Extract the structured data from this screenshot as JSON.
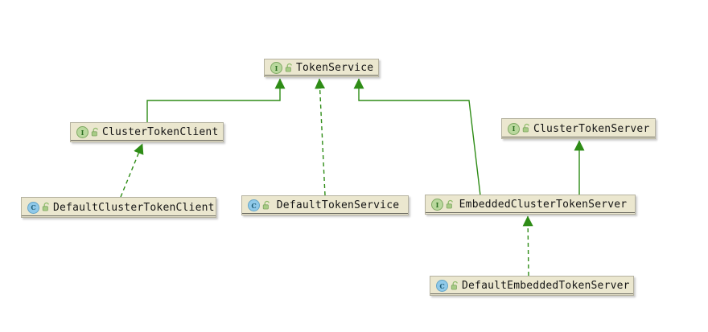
{
  "diagram": {
    "kind": "uml-class-diagram",
    "icon_letters": {
      "interface": "I",
      "class": "C"
    },
    "colors": {
      "edge_green": "#2e8c16",
      "node_fill": "#ebe7cf",
      "node_border": "#b5b2a0",
      "interface_icon_fill": "#b9d89d",
      "class_icon_fill": "#8fc9e9",
      "lock_icon_green": "#8fbb6b"
    },
    "nodes": [
      {
        "id": "token-service",
        "label": "TokenService",
        "kind": "interface",
        "visibility": "public"
      },
      {
        "id": "cluster-token-client",
        "label": "ClusterTokenClient",
        "kind": "interface",
        "visibility": "public"
      },
      {
        "id": "cluster-token-server",
        "label": "ClusterTokenServer",
        "kind": "interface",
        "visibility": "public"
      },
      {
        "id": "default-cluster-token-client",
        "label": "DefaultClusterTokenClient",
        "kind": "class",
        "visibility": "public"
      },
      {
        "id": "default-token-service",
        "label": "DefaultTokenService",
        "kind": "class",
        "visibility": "public"
      },
      {
        "id": "embedded-cluster-token-server",
        "label": "EmbeddedClusterTokenServer",
        "kind": "interface",
        "visibility": "public"
      },
      {
        "id": "default-embedded-token-server",
        "label": "DefaultEmbeddedTokenServer",
        "kind": "class",
        "visibility": "public"
      }
    ],
    "edges": [
      {
        "from": "ClusterTokenClient",
        "to": "TokenService",
        "relation": "extends",
        "line": "solid"
      },
      {
        "from": "DefaultTokenService",
        "to": "TokenService",
        "relation": "implements",
        "line": "dashed"
      },
      {
        "from": "EmbeddedClusterTokenServer",
        "to": "TokenService",
        "relation": "extends",
        "line": "solid"
      },
      {
        "from": "DefaultClusterTokenClient",
        "to": "ClusterTokenClient",
        "relation": "implements",
        "line": "dashed"
      },
      {
        "from": "EmbeddedClusterTokenServer",
        "to": "ClusterTokenServer",
        "relation": "extends",
        "line": "solid"
      },
      {
        "from": "DefaultEmbeddedTokenServer",
        "to": "EmbeddedClusterTokenServer",
        "relation": "implements",
        "line": "dashed"
      }
    ]
  }
}
